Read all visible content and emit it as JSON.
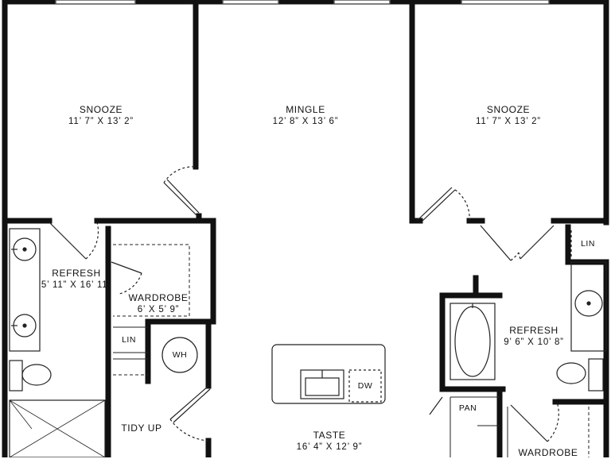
{
  "rooms": {
    "snooze_left": {
      "name": "SNOOZE",
      "dims": "11’ 7” X 13’ 2”"
    },
    "mingle": {
      "name": "MINGLE",
      "dims": "12’ 8” X 13’ 6”"
    },
    "snooze_right": {
      "name": "SNOOZE",
      "dims": "11’ 7” X 13’ 2”"
    },
    "refresh_left": {
      "name": "REFRESH",
      "dims": "5’ 11” X 16’ 11”"
    },
    "wardrobe_left": {
      "name": "WARDROBE",
      "dims": "6’ X 5’ 9”"
    },
    "refresh_right": {
      "name": "REFRESH",
      "dims": "9’ 6” X 10’ 8”"
    },
    "taste": {
      "name": "TASTE",
      "dims": "16’ 4” X 12’ 9”"
    },
    "tidy_up": {
      "name": "TIDY UP"
    },
    "wardrobe_right": {
      "name": "WARDROBE"
    }
  },
  "fixtures": {
    "wh": "WH",
    "dw": "DW",
    "lin_left": "LIN",
    "lin_right": "LIN",
    "pan": "PAN"
  },
  "colors": {
    "wall": "#111111",
    "background": "#ffffff",
    "fixture_line": "#222222"
  }
}
